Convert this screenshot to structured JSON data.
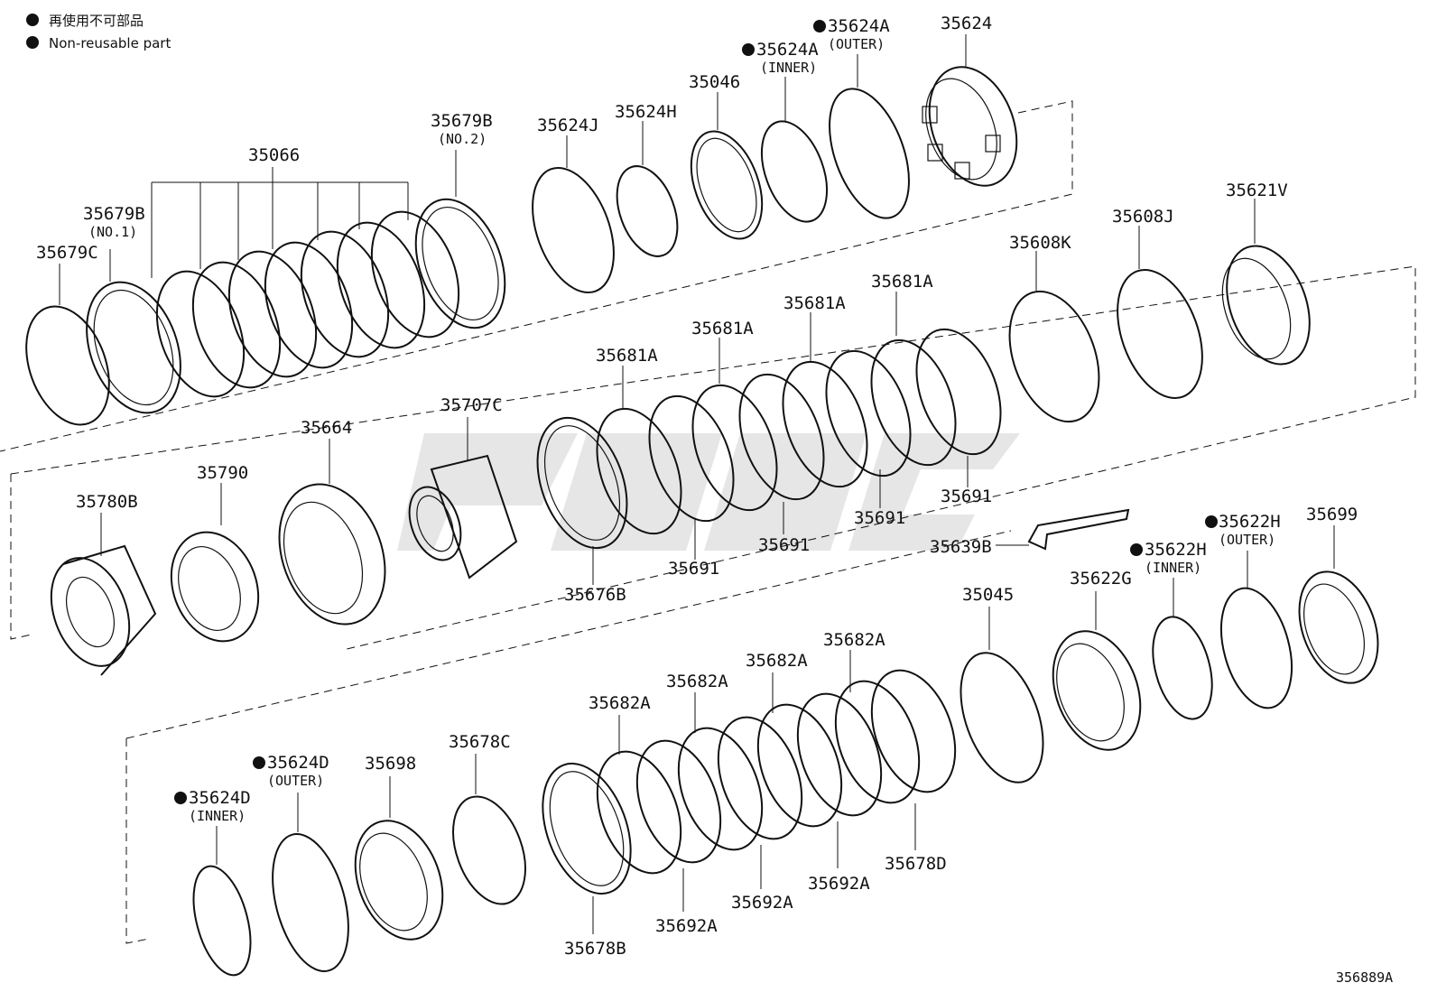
{
  "legend": {
    "line1": "再使用不可部品",
    "line2": "Non-reusable part"
  },
  "diagram_id": "356889A",
  "colors": {
    "ink": "#111111",
    "watermark": "#e6e6e6"
  },
  "parts": {
    "p35624A_outer": {
      "code": "35624A",
      "sub": "(OUTER)"
    },
    "p35624A_inner": {
      "code": "35624A",
      "sub": "(INNER)"
    },
    "p35624": {
      "code": "35624"
    },
    "p35046": {
      "code": "35046"
    },
    "p35624H": {
      "code": "35624H"
    },
    "p35624J": {
      "code": "35624J"
    },
    "p35679B2": {
      "code": "35679B",
      "sub": "(NO.2)"
    },
    "p35066": {
      "code": "35066"
    },
    "p35679B1": {
      "code": "35679B",
      "sub": "(NO.1)"
    },
    "p35679C": {
      "code": "35679C"
    },
    "p35621V": {
      "code": "35621V"
    },
    "p35608J": {
      "code": "35608J"
    },
    "p35608K": {
      "code": "35608K"
    },
    "p35681A_1": {
      "code": "35681A"
    },
    "p35681A_2": {
      "code": "35681A"
    },
    "p35681A_3": {
      "code": "35681A"
    },
    "p35681A_4": {
      "code": "35681A"
    },
    "p35707C": {
      "code": "35707C"
    },
    "p35664": {
      "code": "35664"
    },
    "p35790": {
      "code": "35790"
    },
    "p35780B": {
      "code": "35780B"
    },
    "p35691_1": {
      "code": "35691"
    },
    "p35691_2": {
      "code": "35691"
    },
    "p35691_3": {
      "code": "35691"
    },
    "p35691_4": {
      "code": "35691"
    },
    "p35676B": {
      "code": "35676B"
    },
    "p35639B": {
      "code": "35639B"
    },
    "p35699": {
      "code": "35699"
    },
    "p35622H_outer": {
      "code": "35622H",
      "sub": "(OUTER)"
    },
    "p35622H_inner": {
      "code": "35622H",
      "sub": "(INNER)"
    },
    "p35622G": {
      "code": "35622G"
    },
    "p35045": {
      "code": "35045"
    },
    "p35682A_1": {
      "code": "35682A"
    },
    "p35682A_2": {
      "code": "35682A"
    },
    "p35682A_3": {
      "code": "35682A"
    },
    "p35682A_4": {
      "code": "35682A"
    },
    "p35678C": {
      "code": "35678C"
    },
    "p35698": {
      "code": "35698"
    },
    "p35624D_outer": {
      "code": "35624D",
      "sub": "(OUTER)"
    },
    "p35624D_inner": {
      "code": "35624D",
      "sub": "(INNER)"
    },
    "p35678D": {
      "code": "35678D"
    },
    "p35692A_1": {
      "code": "35692A"
    },
    "p35692A_2": {
      "code": "35692A"
    },
    "p35692A_3": {
      "code": "35692A"
    },
    "p35678B": {
      "code": "35678B"
    }
  }
}
